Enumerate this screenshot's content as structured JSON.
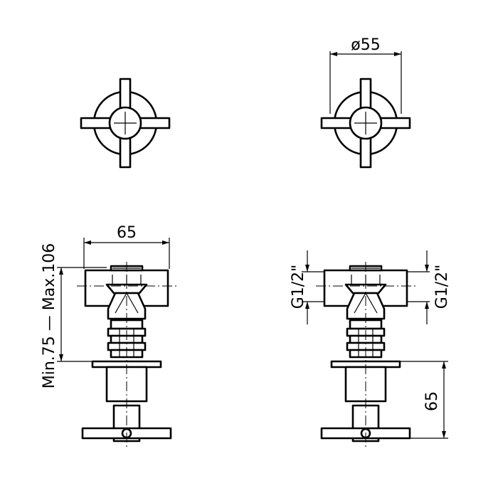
{
  "dimensions": {
    "diameter": "ø55",
    "width_body": "65",
    "depth_range": "Min.75 — Max.106",
    "thread_left": "G1/2\"",
    "thread_right": "G1/2\"",
    "plate_depth": "65"
  }
}
